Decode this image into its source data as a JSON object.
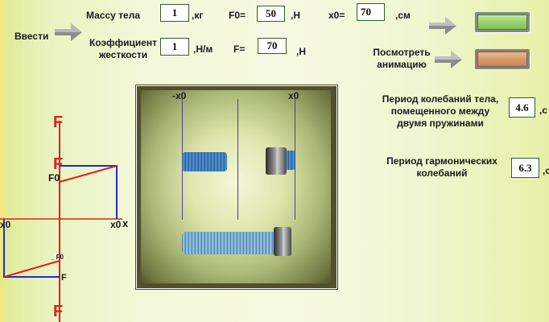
{
  "controls": {
    "enter_label": "Ввести",
    "mass_label": "Массу тела",
    "mass_value": "1",
    "mass_unit": ",кг",
    "f0_label": "F0=",
    "f0_value": "50",
    "f0_unit": ",Н",
    "x0_label": "x0=",
    "x0_value": "70",
    "x0_unit": ",см",
    "stiffness_label_line1": "Коэффициент",
    "stiffness_label_line2": "жесткости",
    "stiffness_value": "1",
    "stiffness_unit": ",Н/м",
    "f_label": "F=",
    "f_value": "70",
    "f_unit": ",Н",
    "view_label_line1": "Посмотреть",
    "view_label_line2": "анимацию"
  },
  "results": {
    "period_two_springs_line1": "Период колебаний тела,",
    "period_two_springs_line2": "помещенного между",
    "period_two_springs_line3": "двумя пружинами",
    "period_two_springs_value": "4.6",
    "period_two_springs_unit": ",с",
    "period_harmonic_line1": "Период гармонических",
    "period_harmonic_line2": "колебаний",
    "period_harmonic_value": "6.3",
    "period_harmonic_unit": ",с"
  },
  "scene": {
    "left_marker": "-x0",
    "right_marker": "x0"
  },
  "graph": {
    "f_axis_top": "F",
    "f_axis_mid": "F",
    "f0_label": "F0",
    "x0_left": "x0",
    "x0_right": "x0",
    "x_axis": "x",
    "neg_f0_label": "_ F0",
    "f_lower": "F",
    "f_bottom": "F"
  },
  "colors": {
    "axis_red": "#e0201e",
    "graph_blue": "#1f2ad6",
    "button_green": "#9ad36d",
    "button_orange": "#d99a6c",
    "spring_blue": "#5f9fd4"
  }
}
